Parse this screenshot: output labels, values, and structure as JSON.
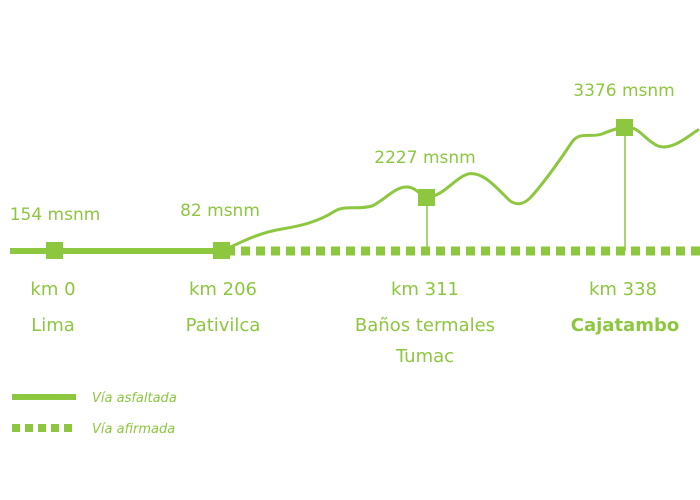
{
  "colors": {
    "accent": "#8dc63f"
  },
  "stops": [
    {
      "altitude": "154 msnm",
      "km": "km 0",
      "place": "Lima",
      "place2": ""
    },
    {
      "altitude": "82 msnm",
      "km": "km 206",
      "place": "Pativilca",
      "place2": ""
    },
    {
      "altitude": "2227 msnm",
      "km": "km 311",
      "place": "Baños termales",
      "place2": "Tumac"
    },
    {
      "altitude": "3376 msnm",
      "km": "km 338",
      "place": "Cajatambo",
      "place2": ""
    }
  ],
  "legend": {
    "paved": "Vía asfaltada",
    "unpaved": "Vía afirmada"
  }
}
